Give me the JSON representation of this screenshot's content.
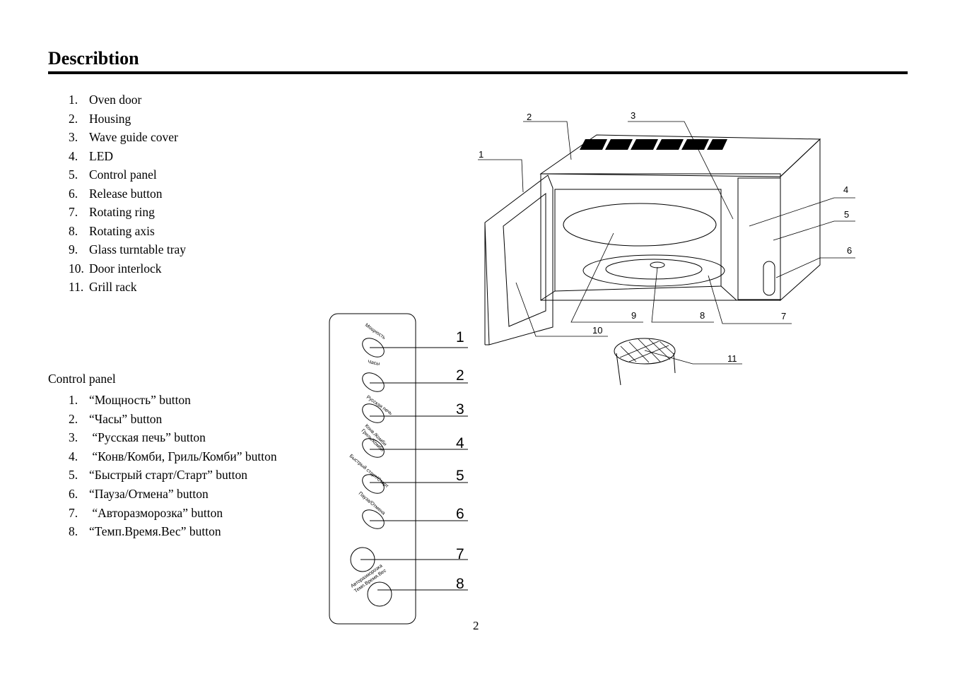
{
  "page": {
    "title": "Describtion",
    "page_number": "2"
  },
  "parts": {
    "items": [
      {
        "num": "1.",
        "label": "Oven door"
      },
      {
        "num": "2.",
        "label": "Housing"
      },
      {
        "num": "3.",
        "label": "Wave guide cover"
      },
      {
        "num": "4.",
        "label": "LED"
      },
      {
        "num": "5.",
        "label": "Control panel"
      },
      {
        "num": "6.",
        "label": "Release button"
      },
      {
        "num": "7.",
        "label": "Rotating ring"
      },
      {
        "num": "8.",
        "label": "Rotating axis"
      },
      {
        "num": "9.",
        "label": "Glass turntable tray"
      },
      {
        "num": "10.",
        "label": "Door interlock"
      },
      {
        "num": "11.",
        "label": "Grill rack"
      }
    ]
  },
  "control_panel": {
    "title": "Control panel",
    "items": [
      {
        "num": "1.",
        "label": "“Мощность” button"
      },
      {
        "num": "2.",
        "label": "“Часы” button"
      },
      {
        "num": "3.",
        "label": " “Русская печь” button"
      },
      {
        "num": "4.",
        "label": " “Конв/Комби, Гриль/Комби” button"
      },
      {
        "num": "5.",
        "label": "“Быстрый старт/Старт” button"
      },
      {
        "num": "6.",
        "label": "“Пауза/Отмена” button"
      },
      {
        "num": "7.",
        "label": " “Авторазморозка” button"
      },
      {
        "num": "8.",
        "label": "“Темп.Время.Вес” button"
      }
    ]
  },
  "panel_figure": {
    "button_labels": [
      "Мощность",
      "Часы",
      "Русская печь",
      "Конв./Комби",
      "Гриль/Комби",
      "Быстрый старт/Старт",
      "Пауза/Отмена",
      "Авторазморозка",
      "Темп.Время.Вес"
    ],
    "callouts": [
      "1",
      "2",
      "3",
      "4",
      "5",
      "6",
      "7",
      "8"
    ]
  },
  "oven_figure": {
    "callouts": [
      "1",
      "2",
      "3",
      "4",
      "5",
      "6",
      "7",
      "8",
      "9",
      "10",
      "11"
    ]
  }
}
